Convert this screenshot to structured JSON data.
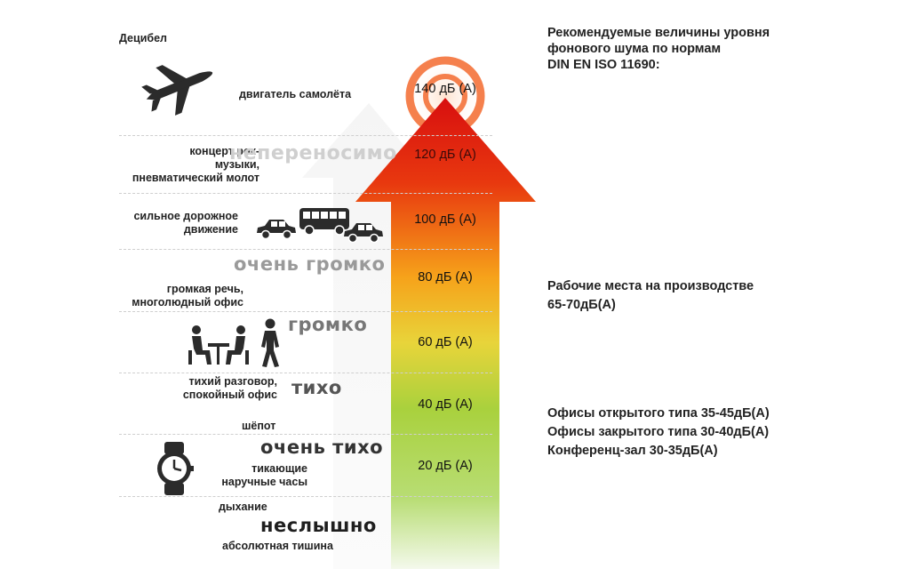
{
  "left_title": "Децибел",
  "norms_title": [
    "Рекомендуемые величины уровня",
    "фонового шума по нормам",
    "DIN EN ISO 11690:"
  ],
  "levels": [
    "140 дБ (A)",
    "120 дБ (A)",
    "100 дБ (A)",
    "80 дБ (A)",
    "60 дБ (A)",
    "40 дБ (A)",
    "20 дБ (A)"
  ],
  "loudness": {
    "unbearable": "непереносимо",
    "very_loud": "очень громко",
    "loud": "громко",
    "quiet": "тихо",
    "very_quiet": "очень тихо",
    "inaudible": "неслышно"
  },
  "sources": {
    "airplane": "двигатель самолёта",
    "rock": [
      "концерт рок-",
      "музыки,",
      "пневматический молот"
    ],
    "traffic": [
      "сильное дорожное",
      "движение"
    ],
    "speech": [
      "громкая речь,",
      "многолюдный офис"
    ],
    "talk": [
      "тихий разговор,",
      "спокойный офис"
    ],
    "whisper": "шёпот",
    "clock": [
      "тикающие",
      "наручные часы"
    ],
    "breath": "дыхание",
    "silence": "абсолютная тишина"
  },
  "norms": {
    "workplaces": [
      "Рабочие места на производстве",
      "65-70дБ(А)"
    ],
    "offices": [
      "Офисы открытого типа 35-45дБ(А)",
      "Офисы закрытого типа 30-40дБ(А)",
      "Конференц-зал 30-35дБ(А)"
    ]
  },
  "icons": [
    "airplane-icon",
    "car-icon",
    "bus-icon",
    "meeting-people-icon",
    "walking-person-icon",
    "wristwatch-icon",
    "noise-rings-icon"
  ],
  "colors": {
    "arrow_top": "#d80f0f",
    "arrow_mid": "#f6a21a",
    "arrow_low": "#8dc63f",
    "rings": "#f36a2e"
  }
}
